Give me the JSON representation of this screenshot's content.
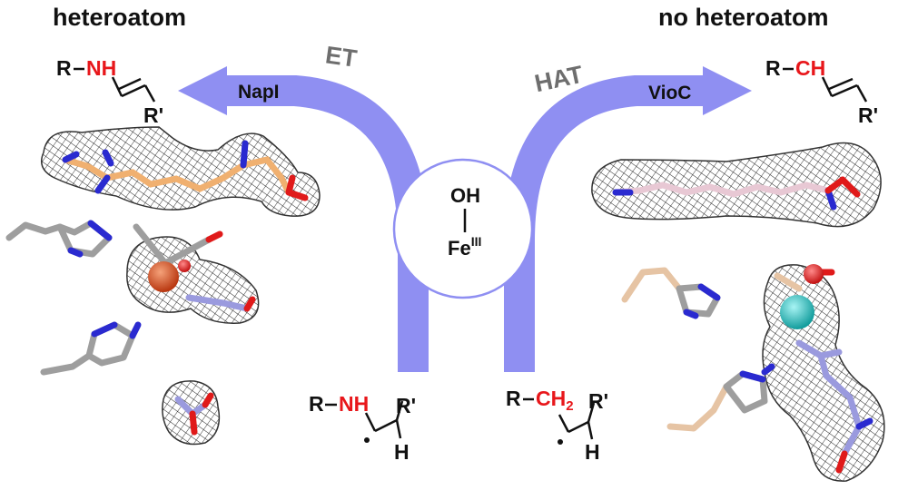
{
  "left": {
    "title": "heteroatom",
    "product_r": "R",
    "product_heteroatom": "NH",
    "product_rprime": "R'",
    "enzyme": "NapI",
    "mechanism": "ET"
  },
  "right": {
    "title": "no heteroatom",
    "product_r": "R",
    "product_ch": "CH",
    "product_rprime": "R'",
    "enzyme": "VioC",
    "mechanism": "HAT"
  },
  "center": {
    "oh": "OH",
    "fe": "Fe",
    "fe_superscript": "III"
  },
  "bottom_left": {
    "r": "R",
    "nh": "NH",
    "rprime": "R'",
    "h": "H"
  },
  "bottom_right": {
    "r": "R",
    "ch": "CH",
    "ch_subscript": "2",
    "rprime": "R'",
    "h": "H"
  },
  "colors": {
    "arrow": "#8f8ff2",
    "heteroatom_red": "#e8171b",
    "carbon_ligand": "#f0b070",
    "carbon_substrate_right": "#e8c8d4",
    "nitrogen": "#2a2ad0",
    "oxygen": "#e01a1a",
    "iron": "#d2501e",
    "metal_right": "#22c8c8",
    "histidine": "#9e9e9e",
    "histidine_right": "#e6c4a4"
  }
}
